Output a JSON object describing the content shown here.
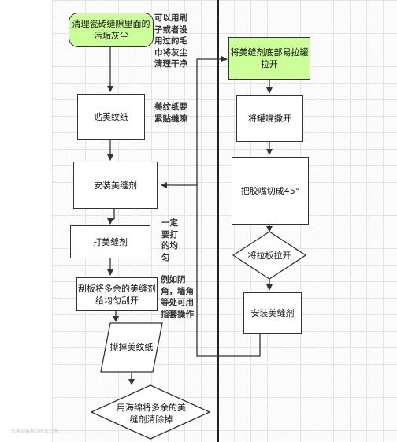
{
  "left": {
    "start": "清理瓷砖缝隙里面的污垢灰尘",
    "step1": "贴美纹纸",
    "step2": "安装美缝剂",
    "step3": "打美缝剂",
    "step4": "刮板将多余的美缝剂给均匀刮开",
    "step5": "撕掉美纹纸",
    "step6": "用海绵将多余的美缝剂清除掉"
  },
  "notes": {
    "n1": "可以用刷子或者没用过的毛巾将灰尘清理干净",
    "n2": "美纹纸要紧贴缝隙",
    "n3": "一定要打的均匀",
    "n4": "例如阴角，墙角等处可用指套操作"
  },
  "right": {
    "start": "将美缝剂底部易拉罐拉开",
    "step1": "将罐嘴撒开",
    "step2": "把胶嘴切成45°",
    "decision": "将拉板拉开",
    "step3": "安装美缝剂"
  },
  "watermark": "头条@装修小时光空间"
}
